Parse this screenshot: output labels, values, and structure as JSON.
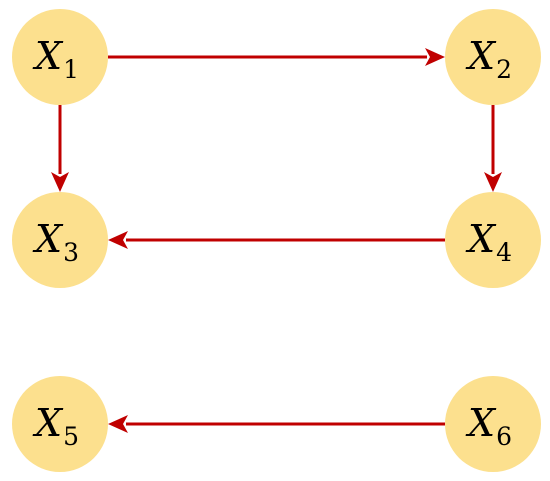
{
  "colors": {
    "node_fill": "#fce08e",
    "edge": "#c00000",
    "label": "#000000"
  },
  "nodes": [
    {
      "id": "x1",
      "label": "X",
      "sub": "1"
    },
    {
      "id": "x2",
      "label": "X",
      "sub": "2"
    },
    {
      "id": "x3",
      "label": "X",
      "sub": "3"
    },
    {
      "id": "x4",
      "label": "X",
      "sub": "4"
    },
    {
      "id": "x5",
      "label": "X",
      "sub": "5"
    },
    {
      "id": "x6",
      "label": "X",
      "sub": "6"
    }
  ],
  "edges": [
    {
      "from": "x1",
      "to": "x2"
    },
    {
      "from": "x1",
      "to": "x3"
    },
    {
      "from": "x2",
      "to": "x4"
    },
    {
      "from": "x4",
      "to": "x3"
    },
    {
      "from": "x6",
      "to": "x5"
    }
  ]
}
